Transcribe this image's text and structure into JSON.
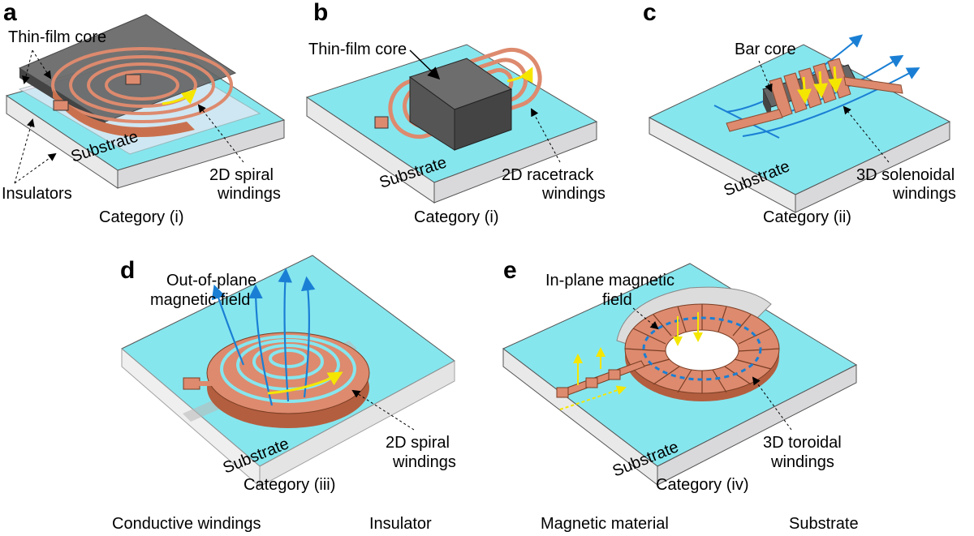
{
  "panels": {
    "a": {
      "letter": "a",
      "core_label": "Thin-film core",
      "insulator_label": "Insulators",
      "substrate_label": "Substrate",
      "winding_label_1": "2D spiral",
      "winding_label_2": "windings",
      "category": "Category (i)"
    },
    "b": {
      "letter": "b",
      "core_label": "Thin-film core",
      "substrate_label": "Substrate",
      "winding_label_1": "2D racetrack",
      "winding_label_2": "windings",
      "category": "Category (i)"
    },
    "c": {
      "letter": "c",
      "core_label": "Bar core",
      "substrate_label": "Substrate",
      "winding_label_1": "3D solenoidal",
      "winding_label_2": "windings",
      "category": "Category (ii)"
    },
    "d": {
      "letter": "d",
      "field_label_1": "Out-of-plane",
      "field_label_2": "magnetic field",
      "substrate_label": "Substrate",
      "winding_label_1": "2D spiral",
      "winding_label_2": "windings",
      "category": "Category (iii)"
    },
    "e": {
      "letter": "e",
      "field_label_1": "In-plane magnetic",
      "field_label_2": "field",
      "substrate_label": "Substrate",
      "winding_label_1": "3D toroidal",
      "winding_label_2": "windings",
      "category": "Category (iv)"
    }
  },
  "legend": {
    "items": [
      {
        "label": "Conductive windings",
        "color": "#d9806a"
      },
      {
        "label": "Insulator",
        "color": "#e8e8f4"
      },
      {
        "label": "Magnetic material",
        "color": "#4d4d4d"
      },
      {
        "label": "Substrate",
        "color": "#7fe5ec"
      }
    ]
  },
  "colors": {
    "substrate_top": "#86e6ee",
    "substrate_side": "#e9e9ea",
    "copper": "#dd8a6e",
    "copper_dark": "#b35e3f",
    "core": "#5b5b5b",
    "field": "#1a7fd4",
    "current": "#f5e600"
  }
}
